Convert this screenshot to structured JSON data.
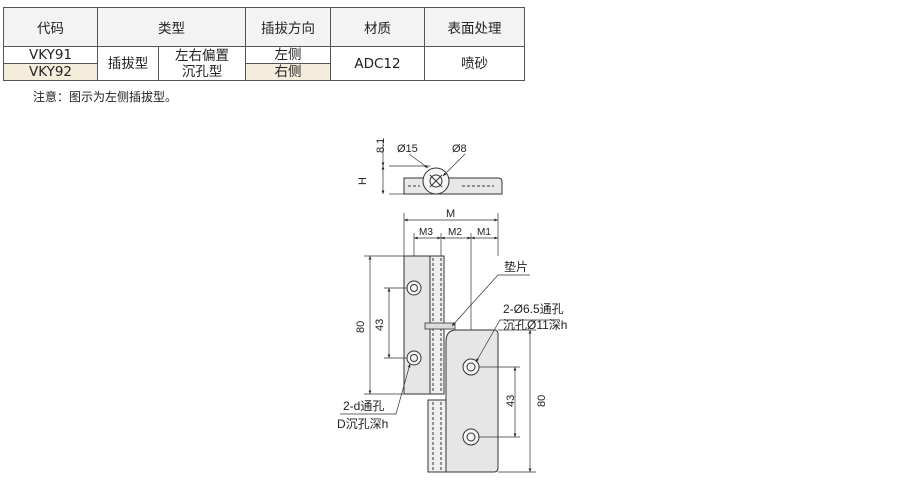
{
  "table": {
    "headers": [
      "代码",
      "类型",
      "插拔方向",
      "材质",
      "表面处理"
    ],
    "rows": [
      {
        "code": "VKY91",
        "direction": "左侧"
      },
      {
        "code": "VKY92",
        "direction": "右侧"
      }
    ],
    "type_main": "插拔型",
    "type_sub": "左右偏置\n沉孔型",
    "material": "ADC12",
    "surface": "喷砂"
  },
  "note": "注意：图示为左侧插拔型。",
  "drawing": {
    "dim_8_1": "8.1",
    "dim_phi15": "Ø15",
    "dim_phi8": "Ø8",
    "dim_H": "H",
    "dim_M": "M",
    "dim_M3": "M3",
    "dim_M2": "M2",
    "dim_M1": "M1",
    "label_shim": "垫片",
    "hole_right_1": "2-Ø6.5通孔",
    "hole_right_2": "沉孔Ø11深h",
    "dim_80_left": "80",
    "dim_43_left": "43",
    "dim_43_right": "43",
    "dim_80_right": "80",
    "hole_left_1": "2-d通孔",
    "hole_left_2": "D沉孔深h"
  }
}
